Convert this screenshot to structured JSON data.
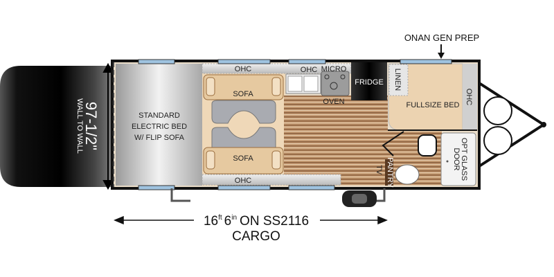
{
  "labels": {
    "width_dimension": "97-1/2\"",
    "width_note": "WALL TO WALL",
    "rear_bed": [
      "STANDARD",
      "ELECTRIC BED",
      "W/ FLIP SOFA"
    ],
    "ohc_top_left": "OHC",
    "ohc_top_kitchen": "OHC",
    "ohc_bottom": "OHC",
    "ohc_front": "OHC",
    "sofa_top": "SOFA",
    "sofa_bottom": "SOFA",
    "micro": "MICRO",
    "oven": "OVEN",
    "fridge": "FRIDGE",
    "linen": "LINEN",
    "front_bed": "FULLSIZE BED",
    "shower": [
      "OPT GLASS",
      "DOOR"
    ],
    "tv": "TV",
    "pantry": "PANTRY",
    "generator": "ONAN GEN PREP"
  },
  "cargo_dimension": {
    "feet": "16",
    "feet_unit": "ft",
    "inches": "6",
    "inch_unit": "in",
    "model_text": "ON SS2116",
    "caption": "CARGO"
  },
  "colors": {
    "wall": "#111111",
    "window": "#9fc3e0",
    "bed_tan": "#ecd3b1",
    "floor_wood": "#b98e67",
    "cabinet_gray": "#d8d8d8"
  }
}
